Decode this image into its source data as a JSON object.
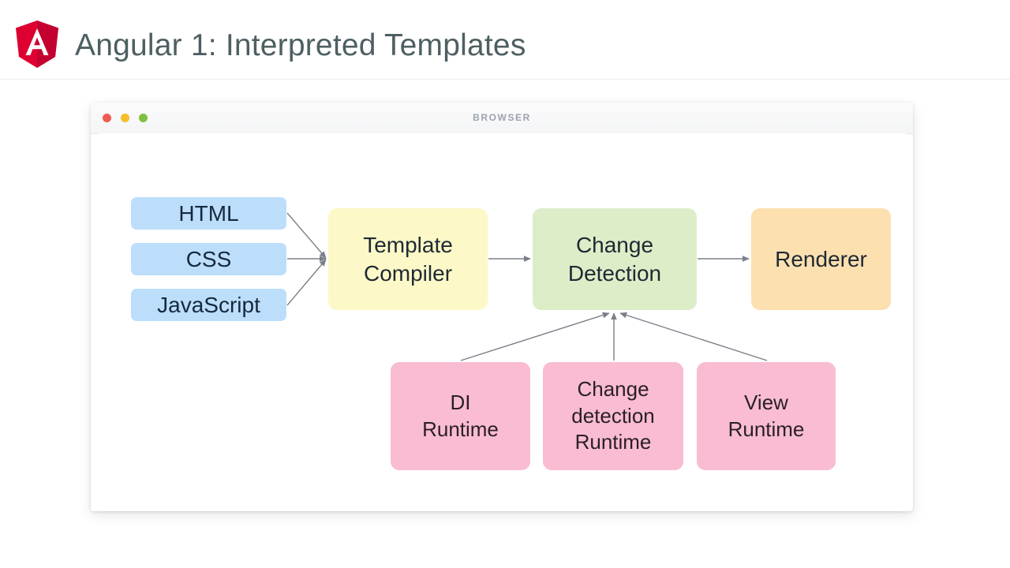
{
  "header": {
    "title": "Angular 1: Interpreted Templates",
    "logo_icon": "angular-shield-icon",
    "logo_color": "#DD0031",
    "logo_color_dark": "#C3002F",
    "divider_color": "#ECEEF0",
    "title_color": "#4E5F63"
  },
  "browser": {
    "label": "BROWSER",
    "label_color": "#9AA3AD",
    "traffic_lights": [
      {
        "name": "close",
        "color": "#F05A52"
      },
      {
        "name": "minimize",
        "color": "#F7BD2E"
      },
      {
        "name": "maximize",
        "color": "#7FC13F"
      }
    ]
  },
  "diagram": {
    "type": "flow",
    "arrow_color": "#6B7076",
    "nodes": [
      {
        "id": "html",
        "label": "HTML",
        "color": "#BCDEFB",
        "group": "inputs"
      },
      {
        "id": "css",
        "label": "CSS",
        "color": "#BCDEFB",
        "group": "inputs"
      },
      {
        "id": "javascript",
        "label": "JavaScript",
        "color": "#BCDEFB",
        "group": "inputs"
      },
      {
        "id": "template-compiler",
        "label": "Template\nCompiler",
        "color": "#FCF8C8",
        "group": "pipeline"
      },
      {
        "id": "change-detection",
        "label": "Change\nDetection",
        "color": "#DCEDC8",
        "group": "pipeline"
      },
      {
        "id": "renderer",
        "label": "Renderer",
        "color": "#FCE0B0",
        "group": "pipeline"
      },
      {
        "id": "di-runtime",
        "label": "DI\nRuntime",
        "color": "#F9BCD2",
        "group": "runtime"
      },
      {
        "id": "cd-runtime",
        "label": "Change\ndetection\nRuntime",
        "color": "#F9BCD2",
        "group": "runtime"
      },
      {
        "id": "view-runtime",
        "label": "View\nRuntime",
        "color": "#F9BCD2",
        "group": "runtime"
      }
    ],
    "edges": [
      {
        "from": "html",
        "to": "template-compiler"
      },
      {
        "from": "css",
        "to": "template-compiler"
      },
      {
        "from": "javascript",
        "to": "template-compiler"
      },
      {
        "from": "template-compiler",
        "to": "change-detection"
      },
      {
        "from": "change-detection",
        "to": "renderer"
      },
      {
        "from": "di-runtime",
        "to": "change-detection"
      },
      {
        "from": "cd-runtime",
        "to": "change-detection"
      },
      {
        "from": "view-runtime",
        "to": "change-detection"
      }
    ],
    "labels": {
      "html": "HTML",
      "css": "CSS",
      "javascript": "JavaScript",
      "template_compiler_line1": "Template",
      "template_compiler_line2": "Compiler",
      "change_detection_line1": "Change",
      "change_detection_line2": "Detection",
      "renderer": "Renderer",
      "di_runtime_line1": "DI",
      "di_runtime_line2": "Runtime",
      "cd_runtime_line1": "Change",
      "cd_runtime_line2": "detection",
      "cd_runtime_line3": "Runtime",
      "view_runtime_line1": "View",
      "view_runtime_line2": "Runtime"
    }
  }
}
